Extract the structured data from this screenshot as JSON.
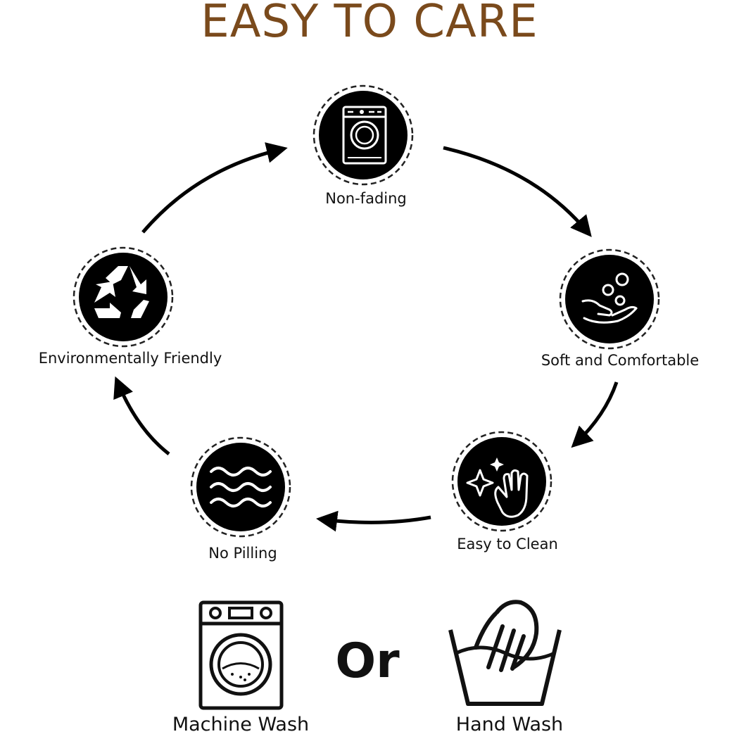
{
  "title": "EASY TO CARE",
  "features": [
    {
      "label": "Non-fading",
      "icon": "washing-machine-icon"
    },
    {
      "label": "Soft and Comfortable",
      "icon": "hand-bubbles-icon"
    },
    {
      "label": "Easy to Clean",
      "icon": "sparkle-hand-icon"
    },
    {
      "label": "No Pilling",
      "icon": "waves-icon"
    },
    {
      "label": "Environmentally Friendly",
      "icon": "recycle-icon"
    }
  ],
  "care": {
    "machine_label": "Machine Wash",
    "or_label": "Or",
    "hand_label": "Hand Wash"
  },
  "colors": {
    "title": "#7a4a1c",
    "icon_fill": "#000000"
  }
}
